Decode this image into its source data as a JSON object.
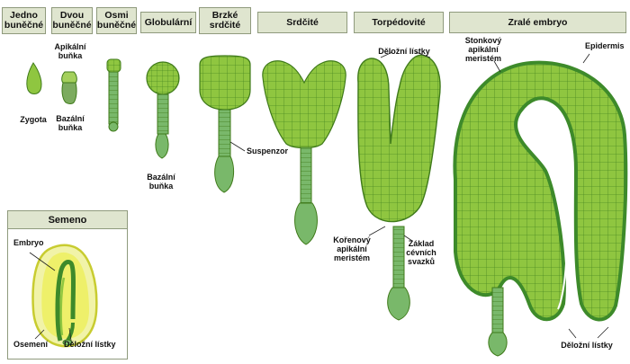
{
  "stages": [
    {
      "id": "jedno",
      "label": "Jedno\nbuněčné"
    },
    {
      "id": "dvou",
      "label": "Dvou\nbuněčné"
    },
    {
      "id": "osmi",
      "label": "Osmi\nbuněčné"
    },
    {
      "id": "glob",
      "label": "Globulární"
    },
    {
      "id": "brzke",
      "label": "Brzké\nsrdčité"
    },
    {
      "id": "srdc",
      "label": "Srdčité"
    },
    {
      "id": "torp",
      "label": "Torpédovité"
    },
    {
      "id": "zrale",
      "label": "Zralé embryo"
    }
  ],
  "labels": {
    "zygota": "Zygota",
    "apikalni": "Apikální\nbuňka",
    "bazalni1": "Bazální\nbuňka",
    "bazalni2": "Bazální\nbuňka",
    "suspenzor": "Suspenzor",
    "delozni_torp": "Děložní lístky",
    "korenovy": "Kořenový\napikální\nmeristém",
    "zaklad": "Základ\ncévních\nsvazků",
    "stonkovy": "Stonkový\napikální\nmeristém",
    "epidermis": "Epidermis",
    "delozni_zrale": "Děložní lístky"
  },
  "semeno": {
    "title": "Semeno",
    "embryo": "Embryo",
    "osemeni": "Osemení",
    "delozni": "Děložní lístky"
  },
  "colors": {
    "header_bg": "#dfe5cf",
    "cell_fill": "#8fc640",
    "cell_line": "#3f7a1a",
    "dark_green": "#3d8a2a",
    "suspensor": "#79b86a",
    "seed_yellow": "#eef06a"
  }
}
